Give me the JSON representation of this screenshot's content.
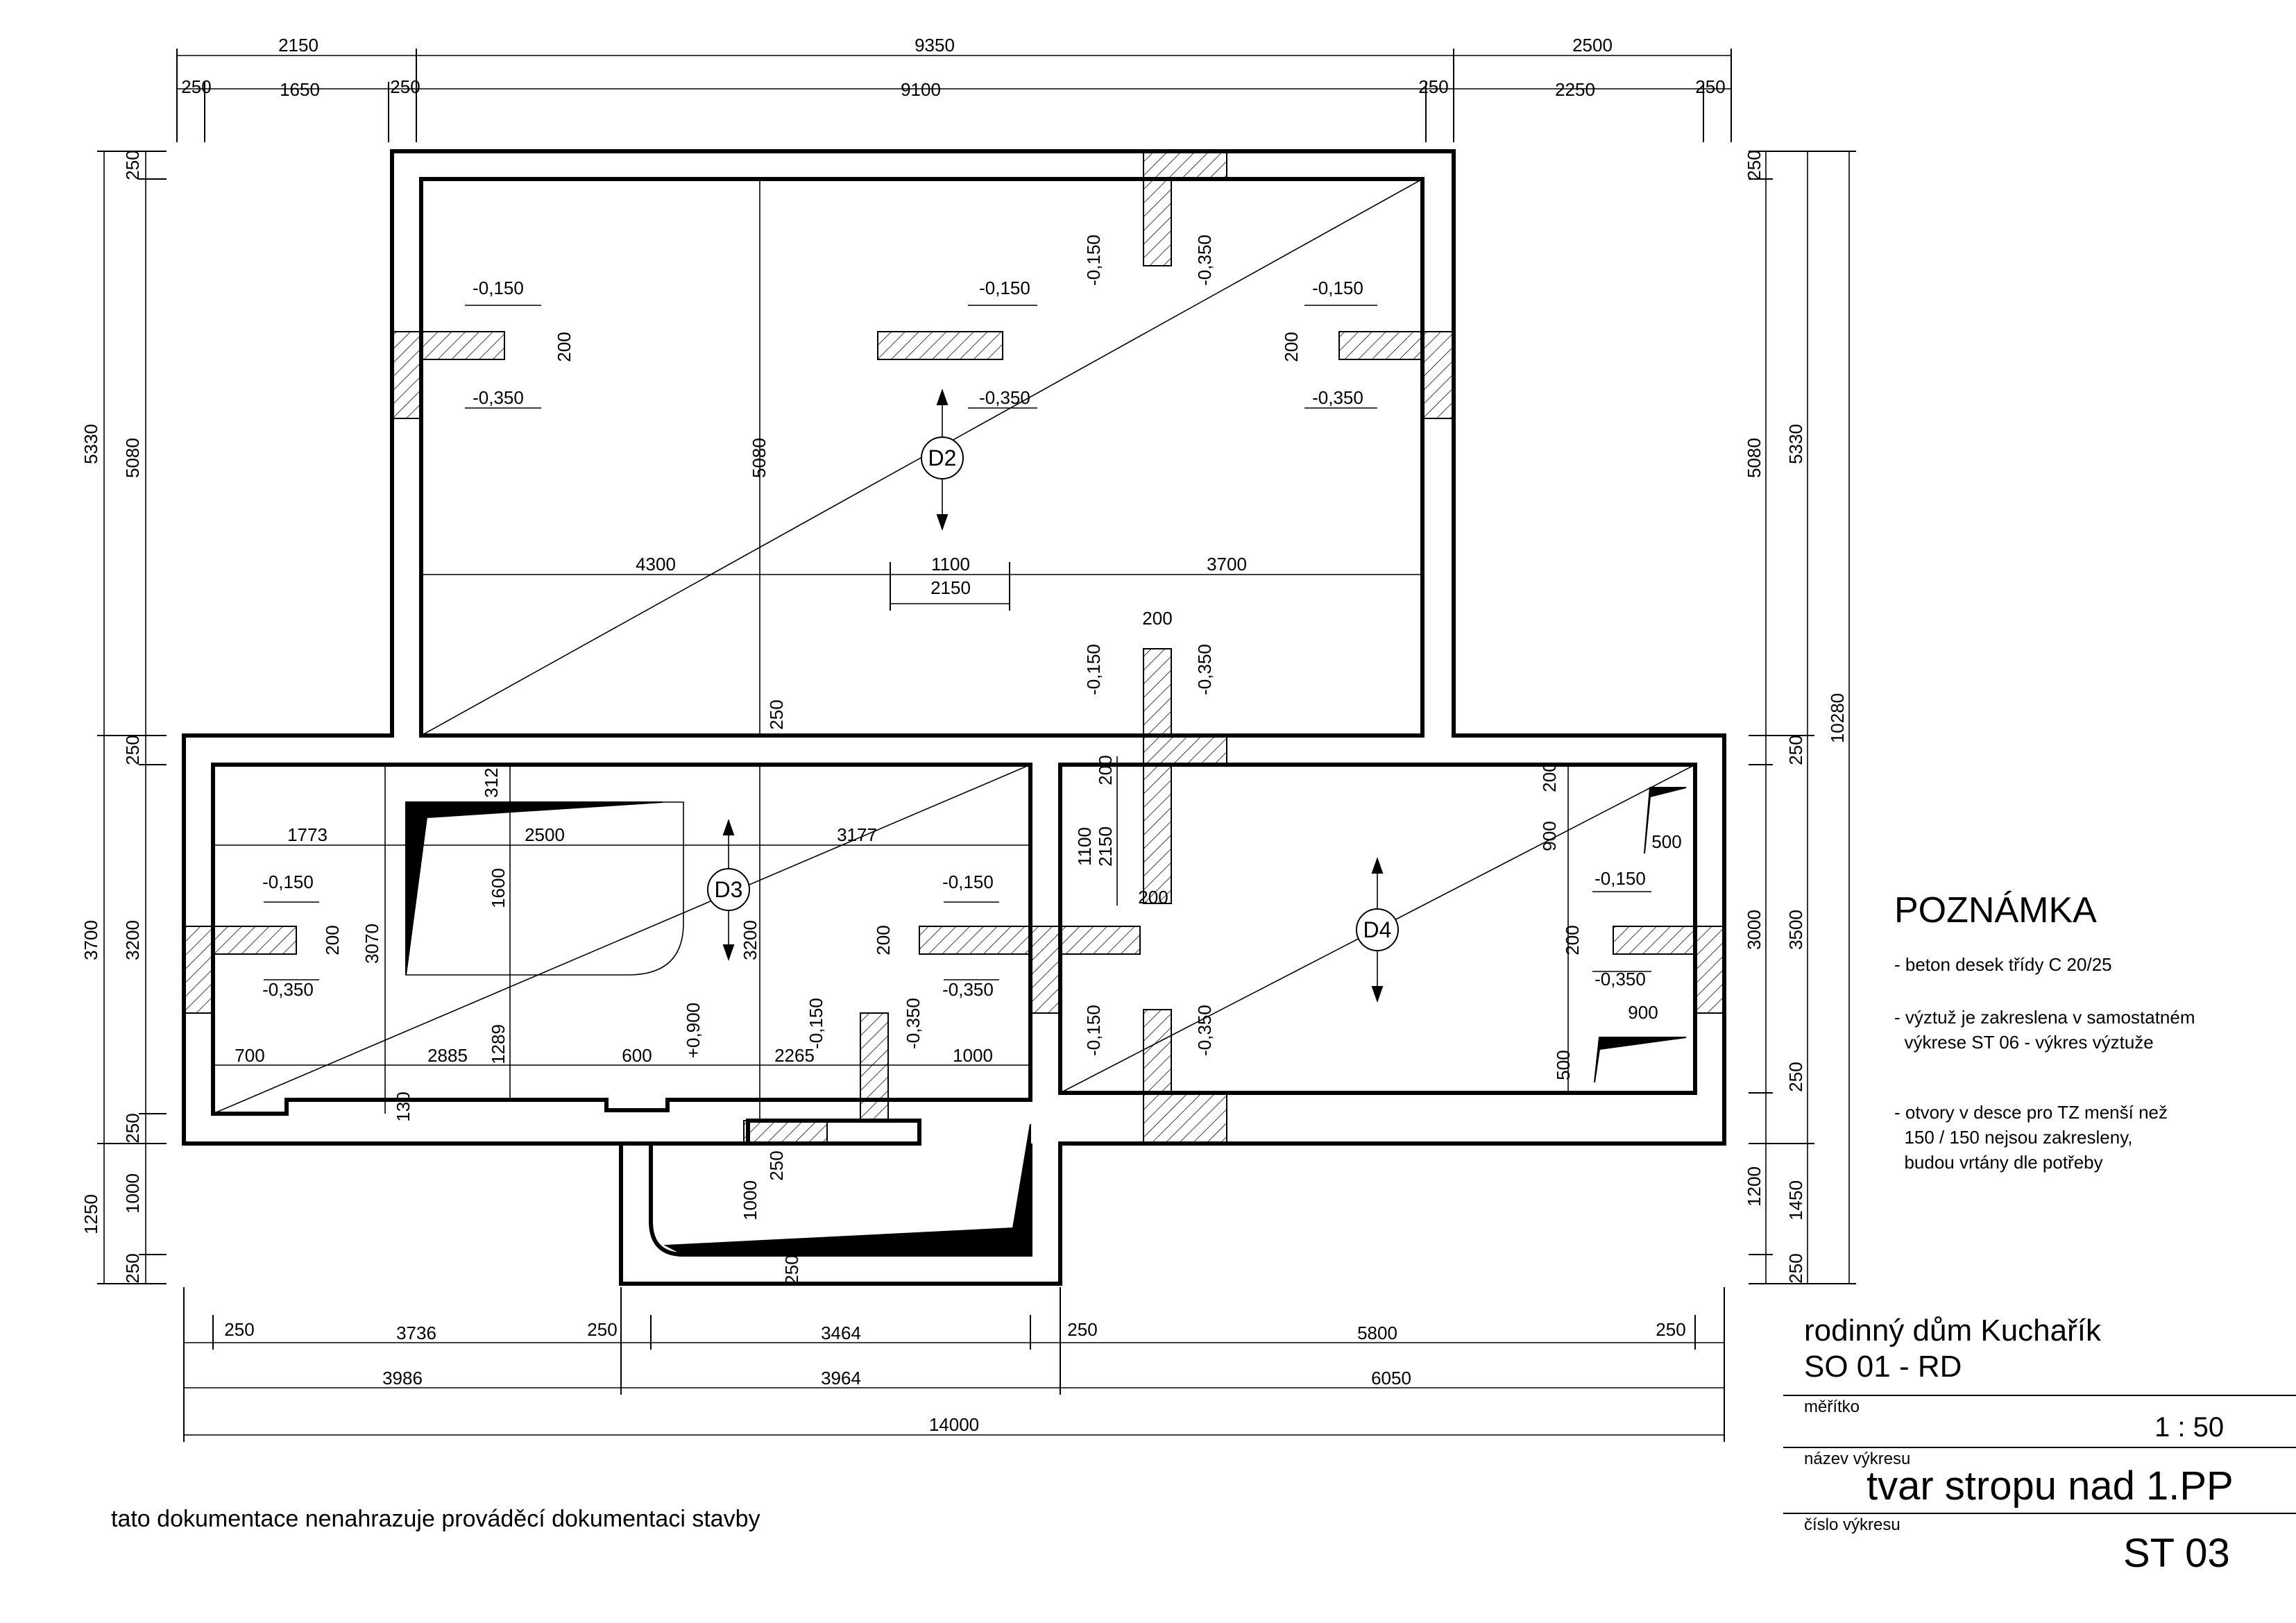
{
  "drawing": {
    "dims_top_row1": [
      "2150",
      "9350",
      "2500"
    ],
    "dims_top_row2": [
      "250",
      "1650",
      "250",
      "9100",
      "250",
      "2250",
      "250"
    ],
    "dims_bottom_row1": [
      "250",
      "3736",
      "250",
      "3464",
      "250",
      "5800",
      "250"
    ],
    "dims_bottom_row2": [
      "3986",
      "3964",
      "6050"
    ],
    "dims_bottom_total": "14000",
    "dims_left_outer": [
      "5330",
      "3700",
      "1250"
    ],
    "dims_left_inner": [
      "250",
      "5080",
      "250",
      "3200",
      "250",
      "1000",
      "250"
    ],
    "dims_right_inner": [
      "250",
      "5080",
      "250",
      "3000",
      "250",
      "1200",
      "250"
    ],
    "dims_right_outer": [
      "5330",
      "3500",
      "1450"
    ],
    "dims_right_total": "10280",
    "slabs": [
      "D2",
      "D3",
      "D4"
    ],
    "level_upper": "-0,150",
    "level_lower": "-0,350",
    "level_plus": "+0,900",
    "d2_dims": {
      "h": "5080",
      "a": "4300",
      "b": "1100",
      "c": "3700",
      "d": "2150",
      "w200": "200"
    },
    "mid_dims": {
      "w": "200",
      "h1": "1100",
      "h2": "2150",
      "w2": "200",
      "t250": "250"
    },
    "d3_dims": {
      "a": "1773",
      "b": "2500",
      "c": "3177",
      "h312": "312",
      "h1600": "1600",
      "h3070": "3070",
      "h3200": "3200",
      "h1289": "1289",
      "e": "700",
      "f": "2885",
      "g": "600",
      "h": "2265",
      "i": "1000",
      "j": "130",
      "w200": "200",
      "s250": "250",
      "s1000": "1000"
    },
    "d4_dims": {
      "a": "200",
      "b": "900",
      "c": "500",
      "d": "900",
      "e": "500",
      "w200": "200"
    }
  },
  "note": {
    "title": "POZNÁMKA",
    "lines": [
      "- beton desek třídy C 20/25",
      "- výztuž je zakreslena v samostatném",
      "  výkrese ST 06 - výkres výztuže",
      "- otvory v desce pro TZ menší než",
      "  150 / 150 nejsou zakresleny,",
      "  budou vrtány dle potřeby"
    ]
  },
  "title_block": {
    "project": "rodinný dům Kuchařík",
    "object": "SO 01 - RD",
    "scale_label": "měřítko",
    "scale": "1 : 50",
    "name_label": "název výkresu",
    "name": "tvar stropu nad 1.PP",
    "number_label": "číslo výkresu",
    "number": "ST 03"
  },
  "disclaimer": "tato dokumentace nenahrazuje prováděcí dokumentaci stavby"
}
